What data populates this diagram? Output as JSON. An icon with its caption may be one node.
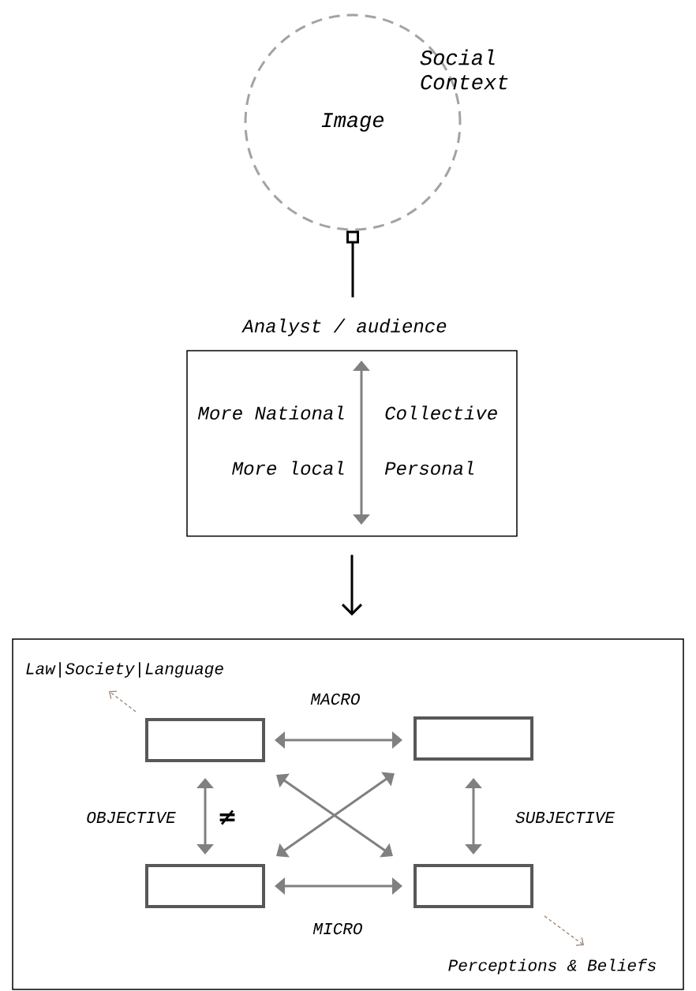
{
  "diagram": {
    "nodes": [
      {
        "text": [
          "Image"
        ],
        "beside": [
          "Social Context"
        ]
      },
      {
        "text": [
          "Analyst / audience",
          "More National",
          "Collective",
          "More local",
          "Personal"
        ]
      },
      {
        "text": [],
        "shape": "box"
      },
      {
        "text": [
          "Law|Society|Language"
        ],
        "in": 2
      },
      {
        "text": [],
        "shape": "box",
        "in": 2
      },
      {
        "text": [],
        "shape": "box",
        "in": 2
      },
      {
        "text": [],
        "shape": "box",
        "in": 2
      },
      {
        "text": [],
        "shape": "box",
        "in": 2
      },
      {
        "text": [
          "Perceptions & Beliefs"
        ],
        "in": 2
      }
    ],
    "edges": [
      {
        "from": 0,
        "to": 1,
        "arrow": "other",
        "color": "#000000"
      },
      {
        "from": 1,
        "to": 2,
        "arrow": "to",
        "color": "#000000"
      },
      {
        "from": 4,
        "to": 5,
        "arrow": "both",
        "label": "MACRO"
      },
      {
        "from": 4,
        "to": 6,
        "arrow": "both",
        "label": "OBJECTIVE"
      },
      {
        "from": 4,
        "to": 7,
        "arrow": "both"
      },
      {
        "from": 6,
        "to": 5,
        "arrow": "both"
      },
      {
        "from": 5,
        "to": 7,
        "arrow": "both",
        "label": "SUBJECTIVE"
      },
      {
        "from": 6,
        "to": 7,
        "arrow": "both",
        "label": "MICRO"
      },
      {
        "from": 4,
        "to": 3,
        "arrow": "to",
        "style": "dashed",
        "color": "#9c8370"
      },
      {
        "from": 7,
        "to": 8,
        "arrow": "to",
        "style": "dashed",
        "color": "#9c8370"
      }
    ],
    "labels": [
      "≠"
    ]
  }
}
